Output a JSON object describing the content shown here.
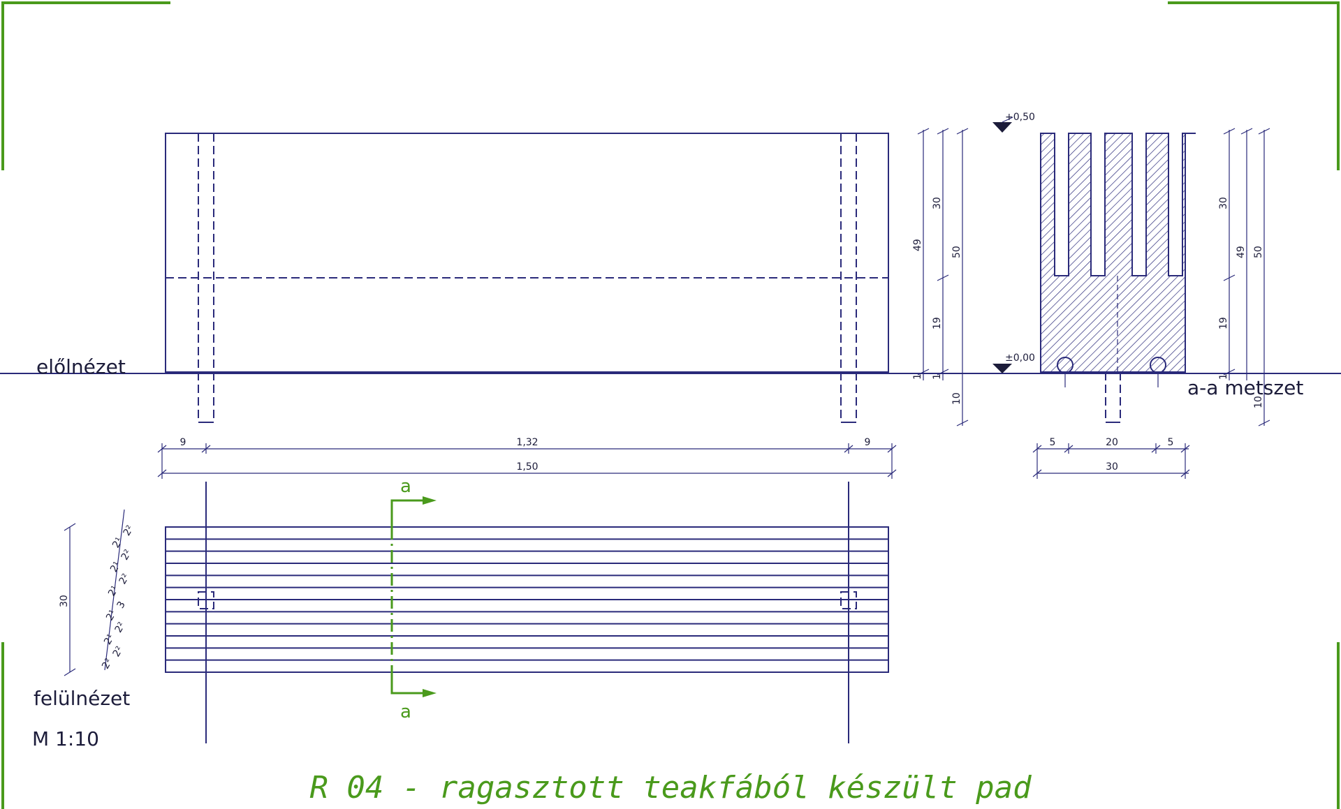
{
  "labels": {
    "front_view": "előlnézet",
    "top_view": "felülnézet",
    "section_view": "a-a metszet",
    "scale": "M 1:10",
    "title": "R 04 - ragasztott teakfából készült pad",
    "section_mark": "a"
  },
  "levels": {
    "top": "+0,50",
    "ground": "±0,00"
  },
  "front_dims": {
    "left": "9",
    "middle": "1,32",
    "right": "9",
    "overall": "1,50",
    "h49": "49",
    "h30": "30",
    "h19": "19",
    "h1a": "1",
    "h1b": "1",
    "h50": "50",
    "h10": "10"
  },
  "section_dims": {
    "left": "5",
    "middle": "20",
    "right": "5",
    "overall": "30",
    "h30": "30",
    "h19": "19",
    "h1": "1",
    "h49": "49",
    "h50": "50",
    "h10": "10"
  },
  "top_dims": {
    "overall": "30",
    "slats": [
      "2²",
      "2¹",
      "2²",
      "2¹",
      "2²",
      "2¹",
      "3",
      "2¹",
      "2²",
      "2¹",
      "2²",
      "2²"
    ]
  },
  "colors": {
    "ink": "#2a2a7a",
    "accent": "#4a9a1c"
  },
  "icons": {
    "level_marker": "triangle-down-icon",
    "section_arrow": "arrow-right-icon"
  }
}
